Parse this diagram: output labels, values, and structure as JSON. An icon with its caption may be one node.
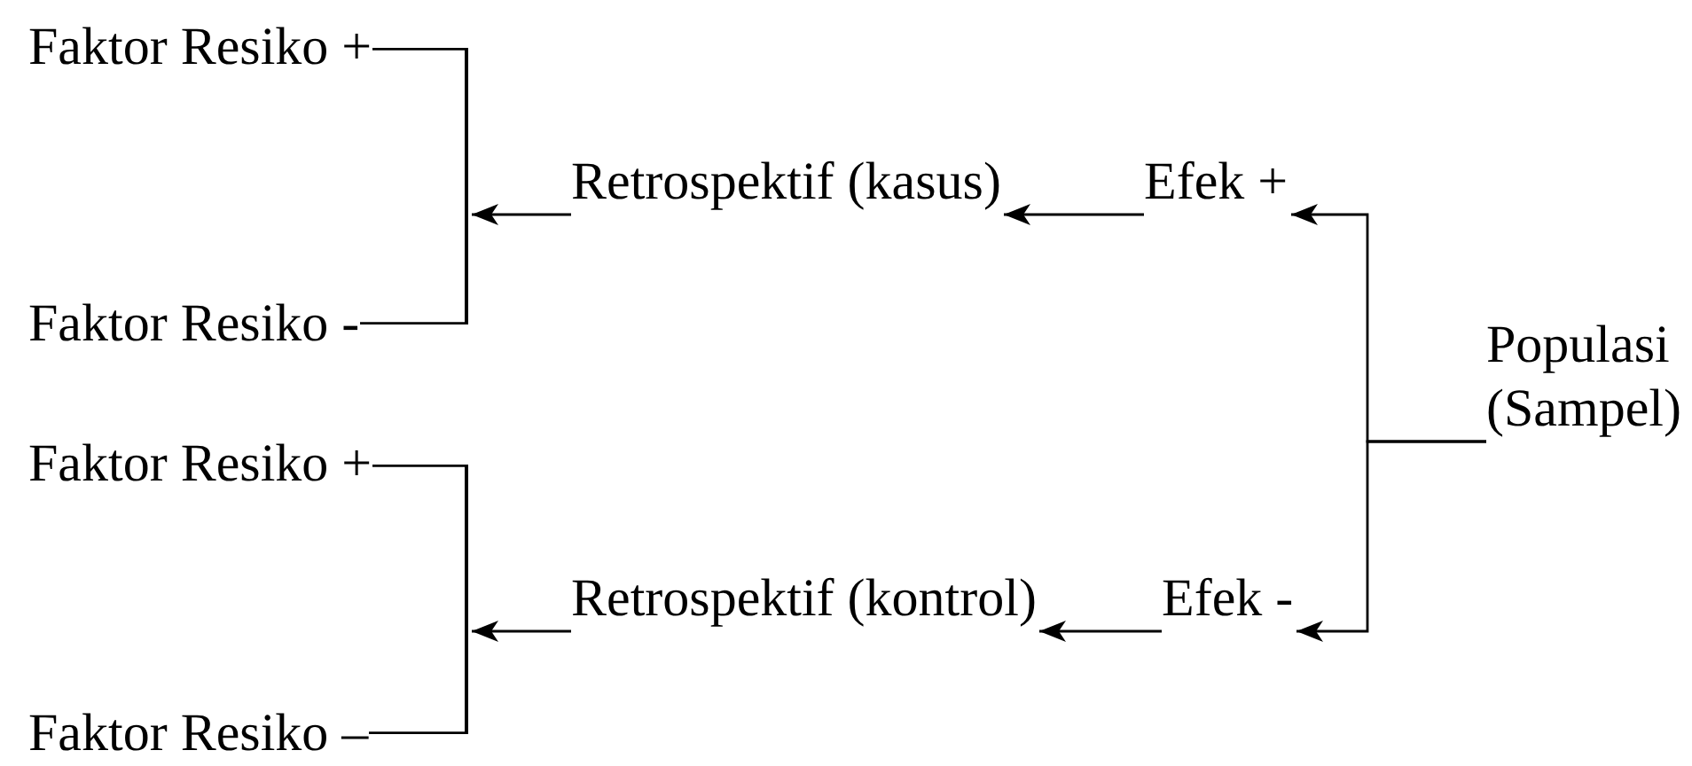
{
  "diagram": {
    "nodes": [
      {
        "text": [
          "Faktor Resiko +"
        ]
      },
      {
        "text": [
          "Faktor Resiko -"
        ]
      },
      {
        "text": [
          "Retrospektif (kasus)"
        ]
      },
      {
        "text": [
          "Efek +"
        ]
      },
      {
        "text": [
          "Faktor Resiko +"
        ]
      },
      {
        "text": [
          "Faktor Resiko –"
        ]
      },
      {
        "text": [
          "Retrospektif (kontrol)"
        ]
      },
      {
        "text": [
          "Efek -"
        ]
      },
      {
        "text": [
          "Populasi (Sampel)"
        ]
      },
      {
        "text": [],
        "shape": "bar"
      },
      {
        "text": [],
        "shape": "bar"
      }
    ],
    "edges": [
      {
        "from": 8,
        "to": 3,
        "arrow": "to"
      },
      {
        "from": 8,
        "to": 7,
        "arrow": "to"
      },
      {
        "from": 3,
        "to": 2,
        "arrow": "to"
      },
      {
        "from": 7,
        "to": 6,
        "arrow": "to"
      },
      {
        "from": 2,
        "to": 9,
        "arrow": "to"
      },
      {
        "from": 9,
        "to": 0,
        "arrow": "none"
      },
      {
        "from": 9,
        "to": 1,
        "arrow": "none"
      },
      {
        "from": 6,
        "to": 10,
        "arrow": "to"
      },
      {
        "from": 10,
        "to": 4,
        "arrow": "none"
      },
      {
        "from": 10,
        "to": 5,
        "arrow": "none"
      }
    ]
  }
}
